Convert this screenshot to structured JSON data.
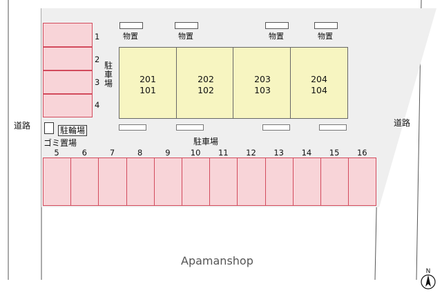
{
  "roads": {
    "left": "道路",
    "right": "道路"
  },
  "units": [
    {
      "upper": "201",
      "lower": "101"
    },
    {
      "upper": "202",
      "lower": "102"
    },
    {
      "upper": "203",
      "lower": "103"
    },
    {
      "upper": "204",
      "lower": "104"
    }
  ],
  "storage_label": "物置",
  "parking_label_vertical": "駐車場",
  "parking_label_main": "駐車場",
  "bicycle_parking_label": "駐輪場",
  "garbage_label": "ゴミ置場",
  "left_spaces": [
    "1",
    "2",
    "3",
    "4"
  ],
  "bottom_spaces": [
    "5",
    "6",
    "7",
    "8",
    "9",
    "10",
    "11",
    "12",
    "13",
    "14",
    "15",
    "16"
  ],
  "watermark": "Apamanshop",
  "compass": {
    "label": "N"
  }
}
